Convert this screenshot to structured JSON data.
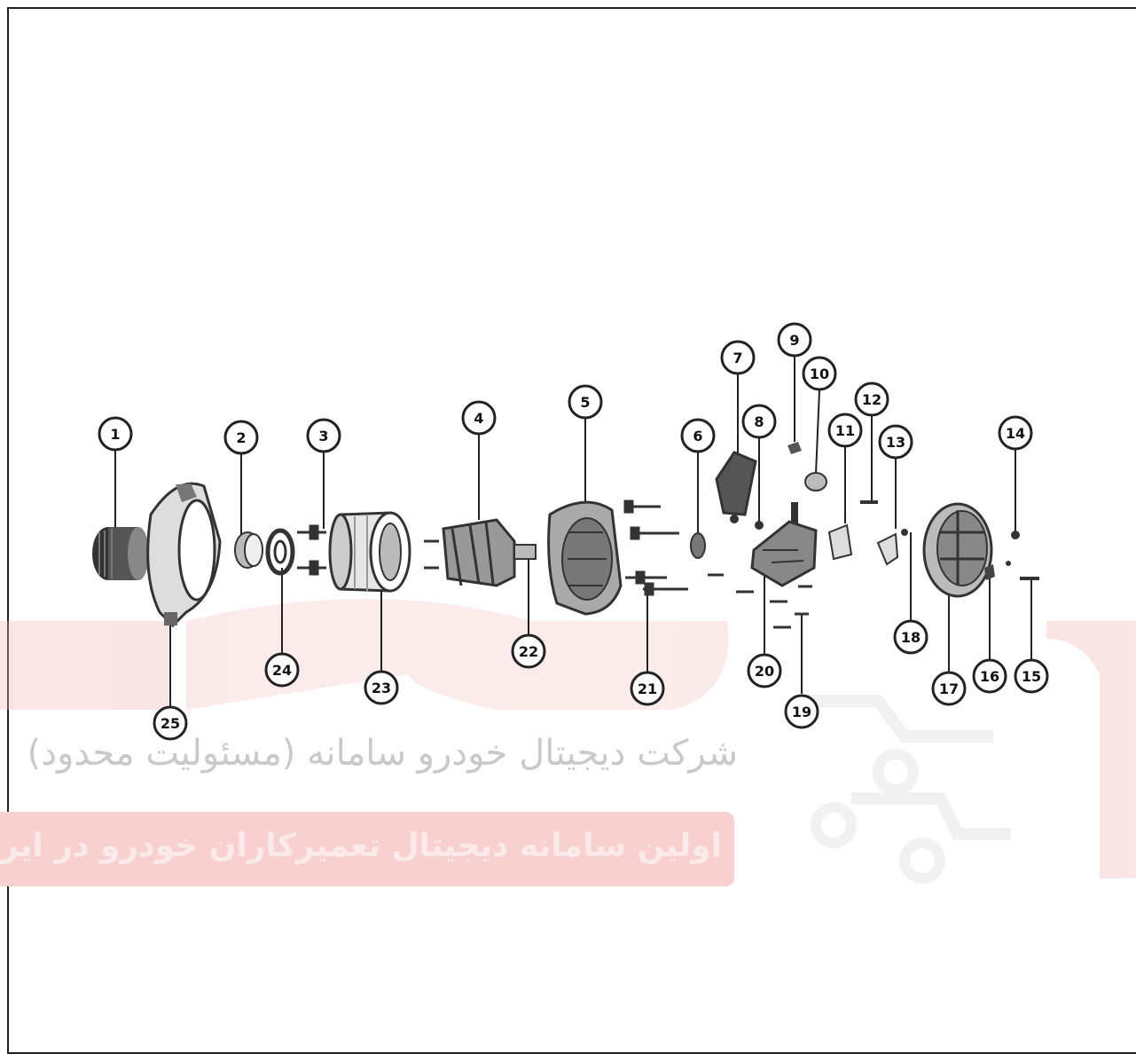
{
  "watermark": {
    "line1": "شرکت دیجیتال خودرو سامانه (مسئولیت محدود)",
    "line2": "اولین سامانه دیجیتال تعمیرکاران خودرو در ایران",
    "brand_color": "#e06b6b"
  },
  "callouts": [
    "1",
    "2",
    "3",
    "4",
    "5",
    "6",
    "7",
    "8",
    "9",
    "10",
    "11",
    "12",
    "13",
    "14",
    "15",
    "16",
    "17",
    "18",
    "19",
    "20",
    "21",
    "22",
    "23",
    "24",
    "25"
  ]
}
